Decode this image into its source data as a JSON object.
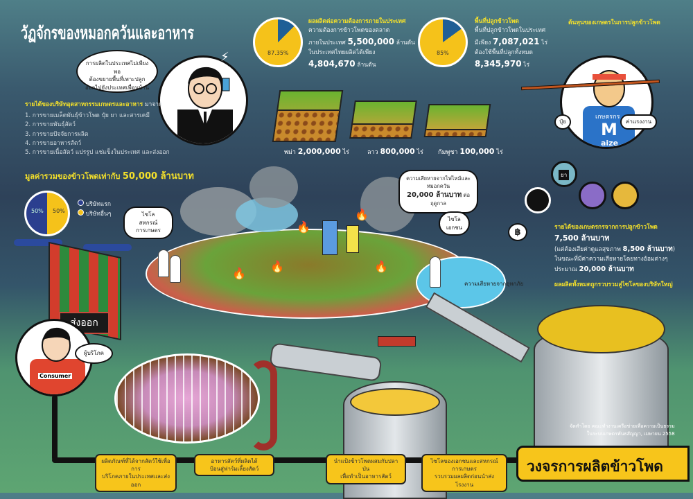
{
  "title": "วัฏจักรของหมอกควันและอาหาร",
  "businessman_bubble": [
    "การผลิตในประเทศไม่เพียงพอ",
    "ต้องขยายพื้นที่เพาะปลูก",
    "ออกไปยังประเทศเพื่อนบ้าน"
  ],
  "company_income": {
    "heading": "รายได้ของบริษัทอุตสาหกรรมเกษตรและอาหาร",
    "heading_suffix": "มาจาก",
    "items": [
      "1. การขายเมล็ดพันธุ์ข้าวโพด ปุ๋ย ยา และสารเคมี",
      "2. การขายพันธุ์สัตว์",
      "3. การขายปัจจัยการผลิต",
      "4. การขายอาหารสัตว์",
      "5. การขายเนื้อสัตว์ แปรรูป แช่แข็งในประเทศ และส่งออก"
    ]
  },
  "market_value": {
    "heading": "มูลค่ารวมของข้าวโพดเท่ากับ",
    "value": "50,000 ล้านบาท",
    "pie": [
      {
        "label": "บริษัทแรก",
        "pct": "50%",
        "value": 50,
        "color": "#2b3f8f"
      },
      {
        "label": "บริษัทอื่นๆ",
        "pct": "50%",
        "value": 50,
        "color": "#f5c21a"
      }
    ]
  },
  "production": {
    "heading": "ผลผลิตต่อความต้องการภายในประเทศ",
    "lines": [
      "ความต้องการข้าวโพดของตลาด",
      "ภายในประเทศ"
    ],
    "demand": "5,500,000",
    "unit": "ล้านตัน",
    "line3": "ในประเทศไทยผลิตได้เพียง",
    "supply": "4,804,670",
    "pct_label": "87.35%",
    "pct": 87.35
  },
  "area": {
    "heading": "พื้นที่ปลูกข้าวโพด",
    "line1": "พื้นที่ปลูกข้าวโพดในประเทศ",
    "line2": "มีเพียง",
    "have": "7,087,021",
    "unit": "ไร่",
    "line3": "ต้องใช้พื้นที่ปลูกทั้งหมด",
    "need": "8,345,970",
    "pct_label": "85%",
    "pct": 85
  },
  "plots": [
    {
      "country": "พม่า",
      "value": "2,000,000",
      "unit": "ไร่"
    },
    {
      "country": "ลาว",
      "value": "800,000",
      "unit": "ไร่"
    },
    {
      "country": "กัมพูชา",
      "value": "100,000",
      "unit": "ไร่"
    }
  ],
  "farmer_cost": {
    "heading": "ต้นทุนของเกษตรในการปลูกข้าวโพด",
    "shirt_top": "เกษตรกร",
    "shirt_m": "M",
    "shirt_rest": "aize",
    "fertilizer": "ปุ๋ย",
    "labor": "ค่าแรงงาน",
    "medicine": "ยา",
    "baht": "฿"
  },
  "fire_bubble": {
    "line1": "ความเสียหายจากไฟไหม้และหมอกควัน",
    "amount": "20,000 ล้านบาท",
    "suffix": "ต่อฤดูกาล"
  },
  "silo_coop": [
    "ไซโล",
    "สหกรณ์การเกษตร"
  ],
  "silo_private": [
    "ไซโล",
    "เอกชน"
  ],
  "flood": "ความเสียหายจากอุทกภัย",
  "farmer_income": {
    "heading": "รายได้ของเกษตรกรจากการปลูกข้าวโพด",
    "amount": "7,500 ล้านบาท",
    "health_prefix": "(แต่ต้องเสียค่าดูแลสุขภาพ",
    "health_amount": "8,500 ล้านบาท",
    "health_suffix": ")",
    "indirect": "ในขณะที่มีค่าความเสียหายโดยทางอ้อมต่างๆ",
    "approx": "ประมาณ",
    "indirect_amount": "20,000 ล้านบาท"
  },
  "collected": "ผลผลิตทั้งหมดถูกรวบรวมสู่ไซโลของบริษัทใหญ่",
  "export": "ส่งออก",
  "consumer_bubble": "ผู้บริโภค",
  "consumer_shirt": "Consumer",
  "captions": [
    [
      "ผลิตภัณฑ์ที่ได้จากสัตว์ใช้เพื่อการ",
      "บริโภคภายในประเทศและส่งออก"
    ],
    [
      "อาหารสัตว์ที่ผลิตได้",
      "ป้อนสู่ฟาร์มเลี้ยงสัตว์"
    ],
    [
      "นำแป้งข้าวโพดผสมกับปลาป่น",
      "เพื่อทำเป็นอาหารสัตว์"
    ],
    [
      "ไซโลของเอกชนและสหกรณ์การเกษตร",
      "รวบรวมผลผลิตก่อนนำส่งโรงงาน"
    ]
  ],
  "cycle_title": "วงจรการผลิตข้าวโพด",
  "credit": [
    "จัดทำโดย คณะทำงานเครือข่ายเพื่อความเป็นธรรม",
    "ในระบบเกษตรพันธสัญญา, เมษายน 2558"
  ]
}
